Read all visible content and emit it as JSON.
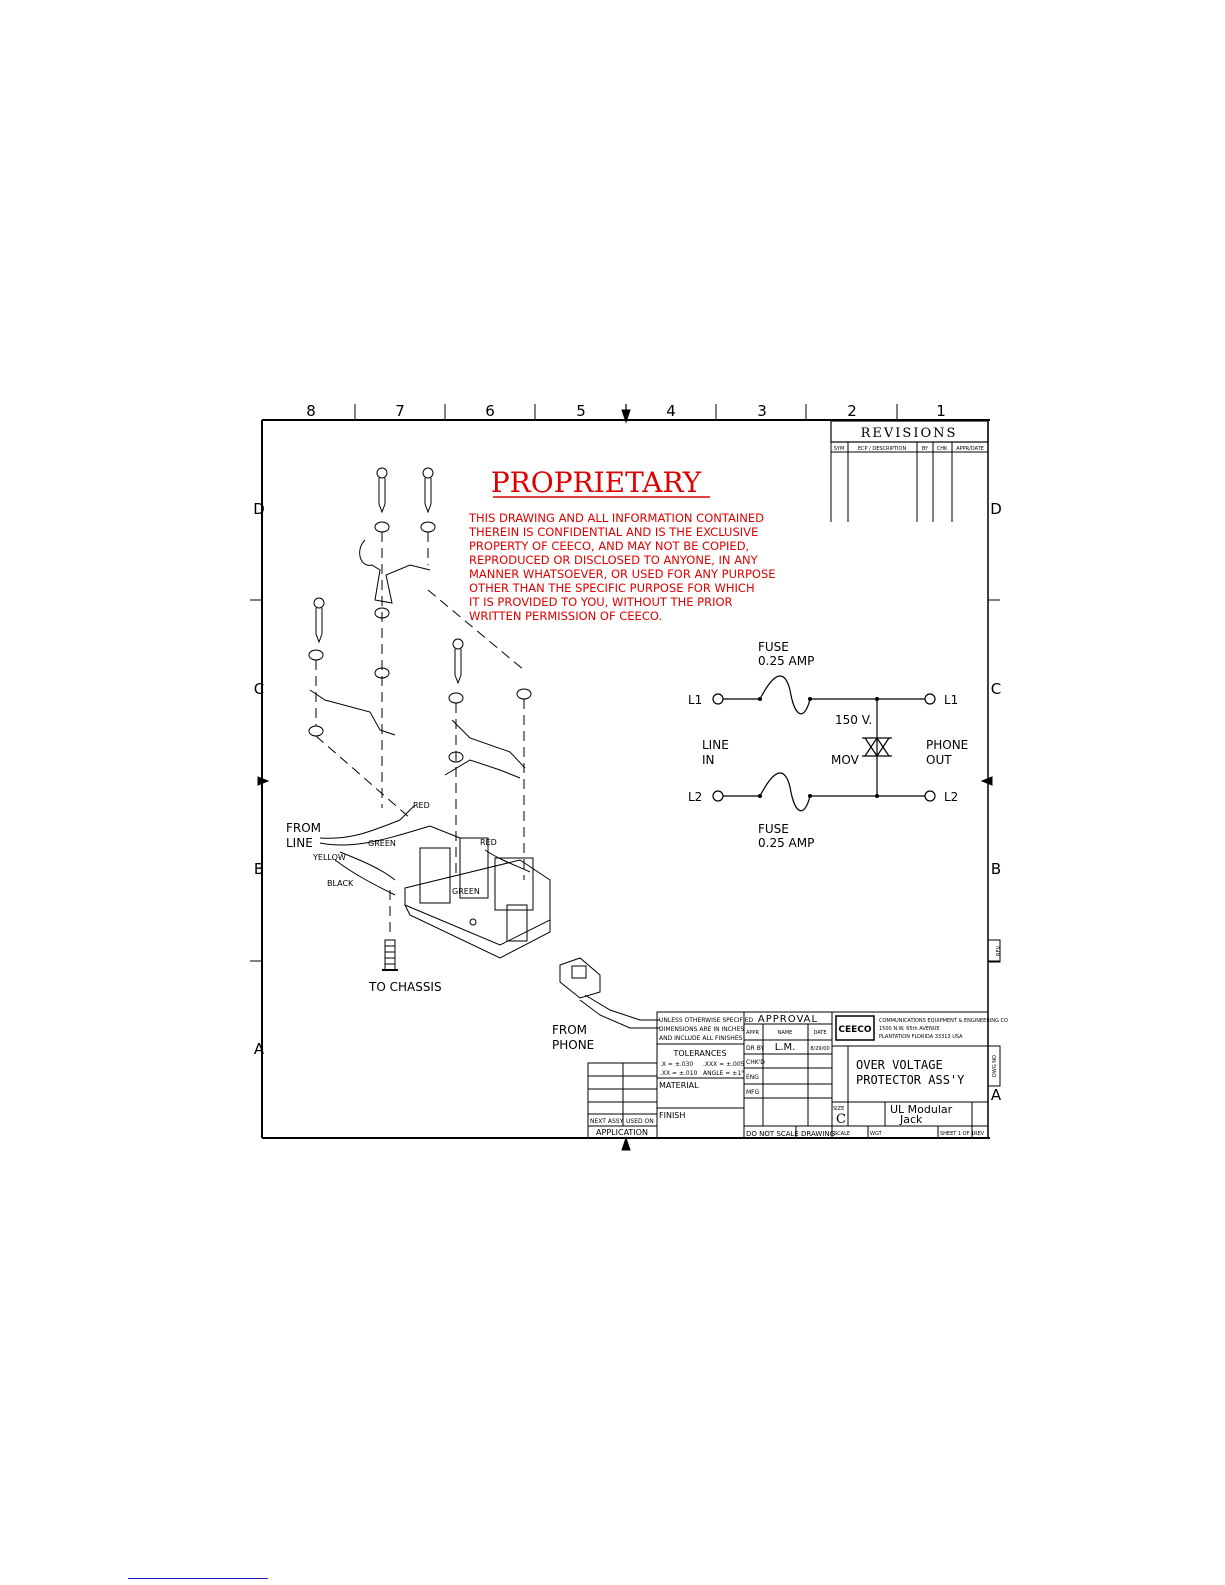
{
  "border": {
    "columns": [
      "8",
      "7",
      "6",
      "5",
      "4",
      "3",
      "2",
      "1"
    ],
    "rows": [
      "D",
      "C",
      "B",
      "A"
    ]
  },
  "revisions": {
    "title": "REVISIONS",
    "headers": [
      "SYM",
      "ECP / DESCRIPTION",
      "BY",
      "CHK",
      "APPR/DATE"
    ]
  },
  "proprietary": {
    "title": "PROPRIETARY",
    "lines": [
      "THIS DRAWING AND ALL INFORMATION CONTAINED",
      "THEREIN IS CONFIDENTIAL AND IS THE EXCLUSIVE",
      "PROPERTY OF CEECO, AND MAY NOT BE COPIED,",
      "REPRODUCED OR DISCLOSED TO ANYONE, IN ANY",
      "MANNER WHATSOEVER, OR USED FOR ANY PURPOSE",
      "OTHER THAN THE SPECIFIC PURPOSE FOR WHICH",
      "IT IS PROVIDED TO YOU, WITHOUT THE PRIOR",
      "WRITTEN PERMISSION OF CEECO."
    ],
    "color": "#e00000"
  },
  "schematic": {
    "fuse_label": "FUSE",
    "fuse_rating": "0.25 AMP",
    "l1_left": "L1",
    "l1_right": "L1",
    "l2_left": "L2",
    "l2_right": "L2",
    "line_in_1": "LINE",
    "line_in_2": "IN",
    "phone_out_1": "PHONE",
    "phone_out_2": "OUT",
    "voltage": "150 V.",
    "mov": "MOV"
  },
  "assembly": {
    "from_line_1": "FROM",
    "from_line_2": "LINE",
    "red": "RED",
    "green": "GREEN",
    "yellow": "YELLOW",
    "black": "BLACK",
    "red_right": "RED",
    "green_center": "GREEN",
    "to_chassis": "TO CHASSIS",
    "from_phone_1": "FROM",
    "from_phone_2": "PHONE"
  },
  "title_block": {
    "notes": [
      "UNLESS OTHERWISE SPECIFIED",
      "DIMENSIONS ARE IN INCHES",
      "AND INCLUDE ALL FINISHES"
    ],
    "tolerances": "TOLERANCES",
    "tol_1": ".X = ±.030",
    ".tol_2": "",
    "tol_2": ".XXX = ±.005",
    "tol_3": ".XX = ±.010",
    "tol_4": "ANGLE = ±1°",
    "material": "MATERIAL",
    "finish": "FINISH",
    "next_assy": "NEXT ASSY",
    "used_on": "USED ON",
    "application": "APPLICATION",
    "approval": "APPROVAL",
    "appr": "APPR",
    "name": "NAME",
    "date": "DATE",
    "dr_by": "DR BY",
    "dr_by_name": "L.M.",
    "dr_by_date": "8/29/00",
    "chkd": "CHK'D",
    "eng": "ENG",
    "mfg": "MFG",
    "do_not_scale": "DO NOT SCALE DRAWING",
    "company_1": "COMMUNICATIONS EQUIPMENT & ENGINEERING CO",
    "company_2": "1500 N.W. 65th AVENUE",
    "company_3": "PLANTATION FLORIDA 33313 USA",
    "logo": "CEECO",
    "drawing_title_1": "OVER VOLTAGE",
    "drawing_title_2": "PROTECTOR ASS'Y",
    "size_label": "SIZE",
    "size": "C",
    "drawing_no_1": "UL Modular",
    "drawing_no_2": "Jack",
    "scale": "SCALE",
    "wgt": "WGT",
    "sheet": "SHEET 1 OF 1",
    "rev": "REV",
    "side_rev": "REV",
    "side_dwg": "DWG NO",
    "corner_a": "A"
  }
}
